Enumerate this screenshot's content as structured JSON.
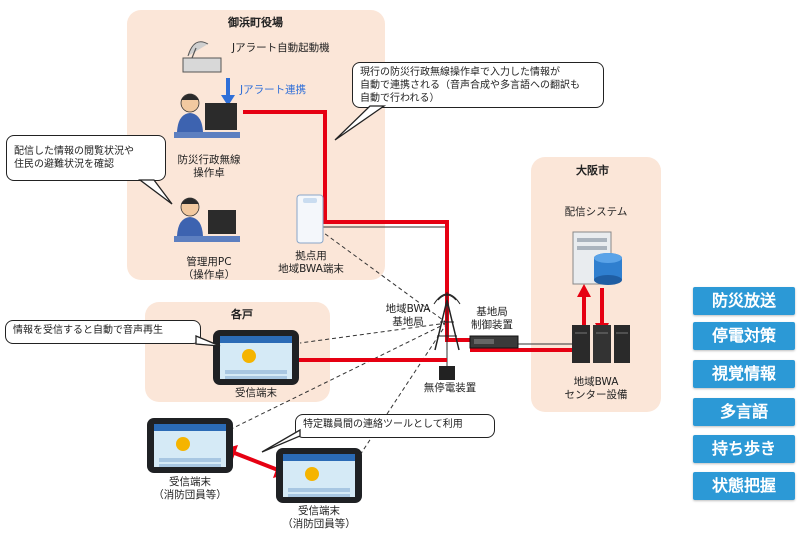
{
  "regions": {
    "cityhall": "御浜町役場",
    "osaka": "大阪市",
    "household": "各戸"
  },
  "labels": {
    "jalert_device": "Jアラート自動起動機",
    "jalert_link": "Jアラート連携",
    "console_line1": "防災行政無線",
    "console_line2": "操作卓",
    "mgmt_line1": "管理用PC",
    "mgmt_line2": "（操作卓）",
    "terminal_line1": "拠点用",
    "terminal_line2": "地域BWA端末",
    "bwa_base_line1": "地域BWA",
    "bwa_base_line2": "基地局",
    "control_line1": "基地局",
    "control_line2": "制御装置",
    "ups": "無停電装置",
    "delivery_system": "配信システム",
    "center_line1": "地域BWA",
    "center_line2": "センター設備",
    "receiver": "受信端末",
    "fire_line1": "受信端末",
    "fire_line2": "（消防団員等）",
    "fire2_line1": "受信端末",
    "fire2_line2": "（消防団員等）"
  },
  "callouts": {
    "top_line1": "現行の防災行政無線操作卓で入力した情報が",
    "top_line2": "自動で連携される（音声合成や多言語への翻訳も",
    "top_line3": "自動で行われる）",
    "left_line1": "配信した情報の閲覧状況や",
    "left_line2": "住民の避難状況を確認",
    "receive": "情報を受信すると自動で音声再生",
    "staff": "特定職員間の連絡ツールとして利用"
  },
  "features": [
    "防災放送",
    "停電対策",
    "視覚情報",
    "多言語",
    "持ち歩き",
    "状態把握"
  ],
  "colors": {
    "region": "#fbe6d8",
    "link_red": "#e60012",
    "feature_blue": "#2c99d6",
    "jalert_blue": "#2f6fd8"
  }
}
